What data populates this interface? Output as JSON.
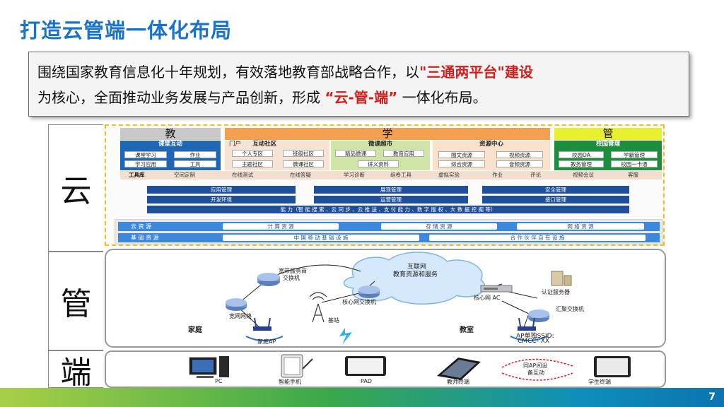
{
  "slide": {
    "title": "打造云管端一体化布局",
    "intro_a": "围绕国家教育信息化十年规划，有效落地教育部战略合作，以",
    "intro_hl1": "\"三通两平台\"建设",
    "intro_b": "为核心，全面推动业务发展与产品创新，形成",
    "intro_hl2": "“云-管-端”",
    "intro_c": "一体化布局。",
    "page_number": "7"
  },
  "side_labels": {
    "cloud": "云",
    "pipe": "管",
    "end": "端"
  },
  "cloud": {
    "heads": {
      "jiao": "教",
      "xue": "学",
      "guan": "管"
    },
    "class_panel": {
      "title": "课堂互动",
      "items": [
        "课堂学习",
        "作业",
        "学习应用",
        "工具"
      ]
    },
    "portal_panel": {
      "title": "门户",
      "title2": "互动社区",
      "items": [
        "个人专区",
        "班级社区",
        "主题社区",
        "微课社区"
      ]
    },
    "micro_panel": {
      "title": "微课超市",
      "items": [
        "精品微课",
        "教育应用",
        "讲义资料"
      ]
    },
    "res_panel": {
      "title": "资源中心",
      "items": [
        "图文资源",
        "视频资源",
        "综合资源",
        "音频资源"
      ]
    },
    "campus_panel": {
      "title": "校园管理",
      "items": [
        "校园OA",
        "学籍管理",
        "教务管理",
        "校园一卡通"
      ]
    },
    "toolbar": {
      "label": "工具库",
      "items": [
        "空间定制",
        "在线测试",
        "在线答疑",
        "学习诊断",
        "组卷工具",
        "虚拟实验",
        "作业",
        "评论",
        "视频会议",
        "客服"
      ]
    },
    "platform_rows": [
      [
        "应用管理",
        "展现管理",
        "安全管理"
      ],
      [
        "开发环境",
        "运营管理",
        "接口管理"
      ]
    ],
    "capability": "能 力（智 能 搜 索 、云 同 步 、云 推 送 、支 付 能 力 、数 字 版 权 、大 数 据 挖 掘 等）",
    "cloud_res": {
      "label": "云 资 源",
      "items": [
        "计 算 资 源",
        "存 储 资 源",
        "网 络 资 源"
      ]
    },
    "base_res": {
      "label": "基 础 资 源",
      "items": [
        "中 国 移 动 基 础 设 施",
        "合 作 伙 伴 自 有 设 施"
      ]
    }
  },
  "pipe": {
    "internet": "互联网",
    "internet_sub": "教育资源和服务",
    "broadband_switch": "宽带服务商",
    "broadband_switch2": "交换机",
    "core_switch": "核心网交换机",
    "core_ac": "核心网 AC",
    "auth_server": "认证服务器",
    "agg_switch": "汇聚交换机",
    "broadband_net": "宽网网络",
    "base_station": "基站",
    "home": "家庭",
    "classroom": "教室",
    "home_ap": "家庭AP",
    "ap_ssid": "AP单独SSID:",
    "ap_cmcc": "CMCC- XX"
  },
  "end": {
    "pc": "PC",
    "phone": "智能手机",
    "pad": "PAD",
    "teacher": "教师终端",
    "ap_interact": "同AP间设",
    "ap_interact2": "备互动",
    "student": "学生终端"
  },
  "colors": {
    "title_blue": "#1a73c9",
    "highlight_red": "#d41e1e",
    "platform_navy": "#1f4f98",
    "resource_blue": "#3c88dc"
  }
}
